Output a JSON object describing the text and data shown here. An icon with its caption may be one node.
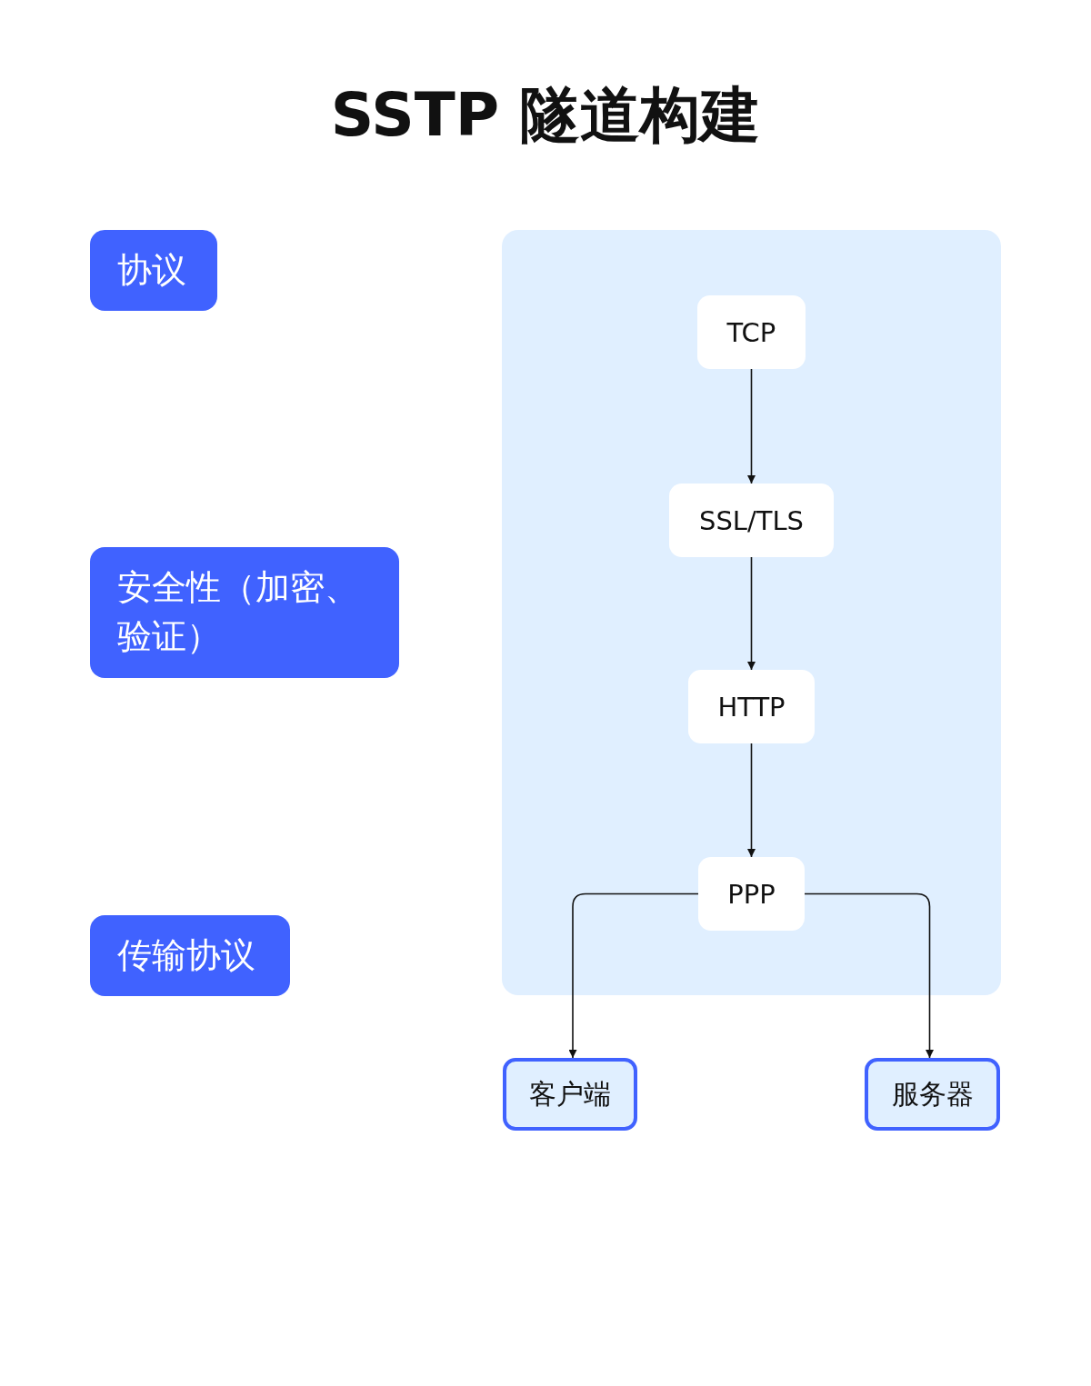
{
  "diagram": {
    "title": "SSTP 隧道构建",
    "nodes": [
      {
        "text": [
          "协议"
        ]
      },
      {
        "text": [
          "安全性（加密、验证）"
        ]
      },
      {
        "text": [
          "传输协议"
        ]
      },
      {
        "text": [],
        "shape": "box"
      },
      {
        "text": [
          "TCP"
        ],
        "in": 3
      },
      {
        "text": [
          "SSL/TLS"
        ],
        "in": 3
      },
      {
        "text": [
          "HTTP"
        ],
        "in": 3
      },
      {
        "text": [
          "PPP"
        ],
        "in": 3
      },
      {
        "text": [
          "客户端"
        ]
      },
      {
        "text": [
          "服务器"
        ]
      }
    ],
    "edges": [
      {
        "from": 4,
        "to": 5,
        "arrow": "to"
      },
      {
        "from": 5,
        "to": 6,
        "arrow": "to"
      },
      {
        "from": 6,
        "to": 7,
        "arrow": "to"
      },
      {
        "from": 7,
        "to": 8,
        "arrow": "to"
      },
      {
        "from": 7,
        "to": 9,
        "arrow": "to"
      }
    ]
  }
}
